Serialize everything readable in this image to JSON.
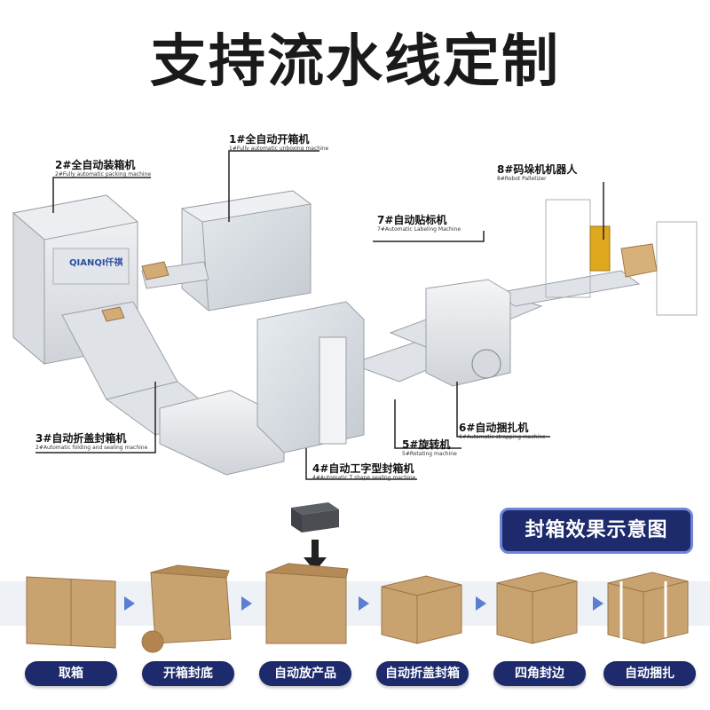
{
  "title": "支持流水线定制",
  "machines": [
    {
      "cn": "1#全自动开箱机",
      "en": "1#Fully automatic unboxing machine"
    },
    {
      "cn": "2#全自动装箱机",
      "en": "2#Fully automatic packing machine"
    },
    {
      "cn": "3#自动折盖封箱机",
      "en": "2#Automatic folding and sealing machine"
    },
    {
      "cn": "4#自动工字型封箱机",
      "en": "4#Automatic T shape sealing machine"
    },
    {
      "cn": "5#旋转机",
      "en": "5#Rotating machine"
    },
    {
      "cn": "6#自动捆扎机",
      "en": "6#Automatic strapping machine"
    },
    {
      "cn": "7#自动贴标机",
      "en": "7#Automatic Labeling Machine"
    },
    {
      "cn": "8#码垛机机器人",
      "en": "8#Robot Palletizer"
    }
  ],
  "brand_logo": "QIANQI仟祺",
  "section_badge": "封箱效果示意图",
  "steps": [
    {
      "label": "取箱"
    },
    {
      "label": "开箱封底"
    },
    {
      "label": "自动放产品"
    },
    {
      "label": "自动折盖封箱"
    },
    {
      "label": "四角封边"
    },
    {
      "label": "自动捆扎"
    }
  ],
  "colors": {
    "badge_bg": "#1d2a6b",
    "badge_border": "#6f86d8",
    "cardboard": "#c9a36f",
    "arrow": "#5b7fd0"
  }
}
